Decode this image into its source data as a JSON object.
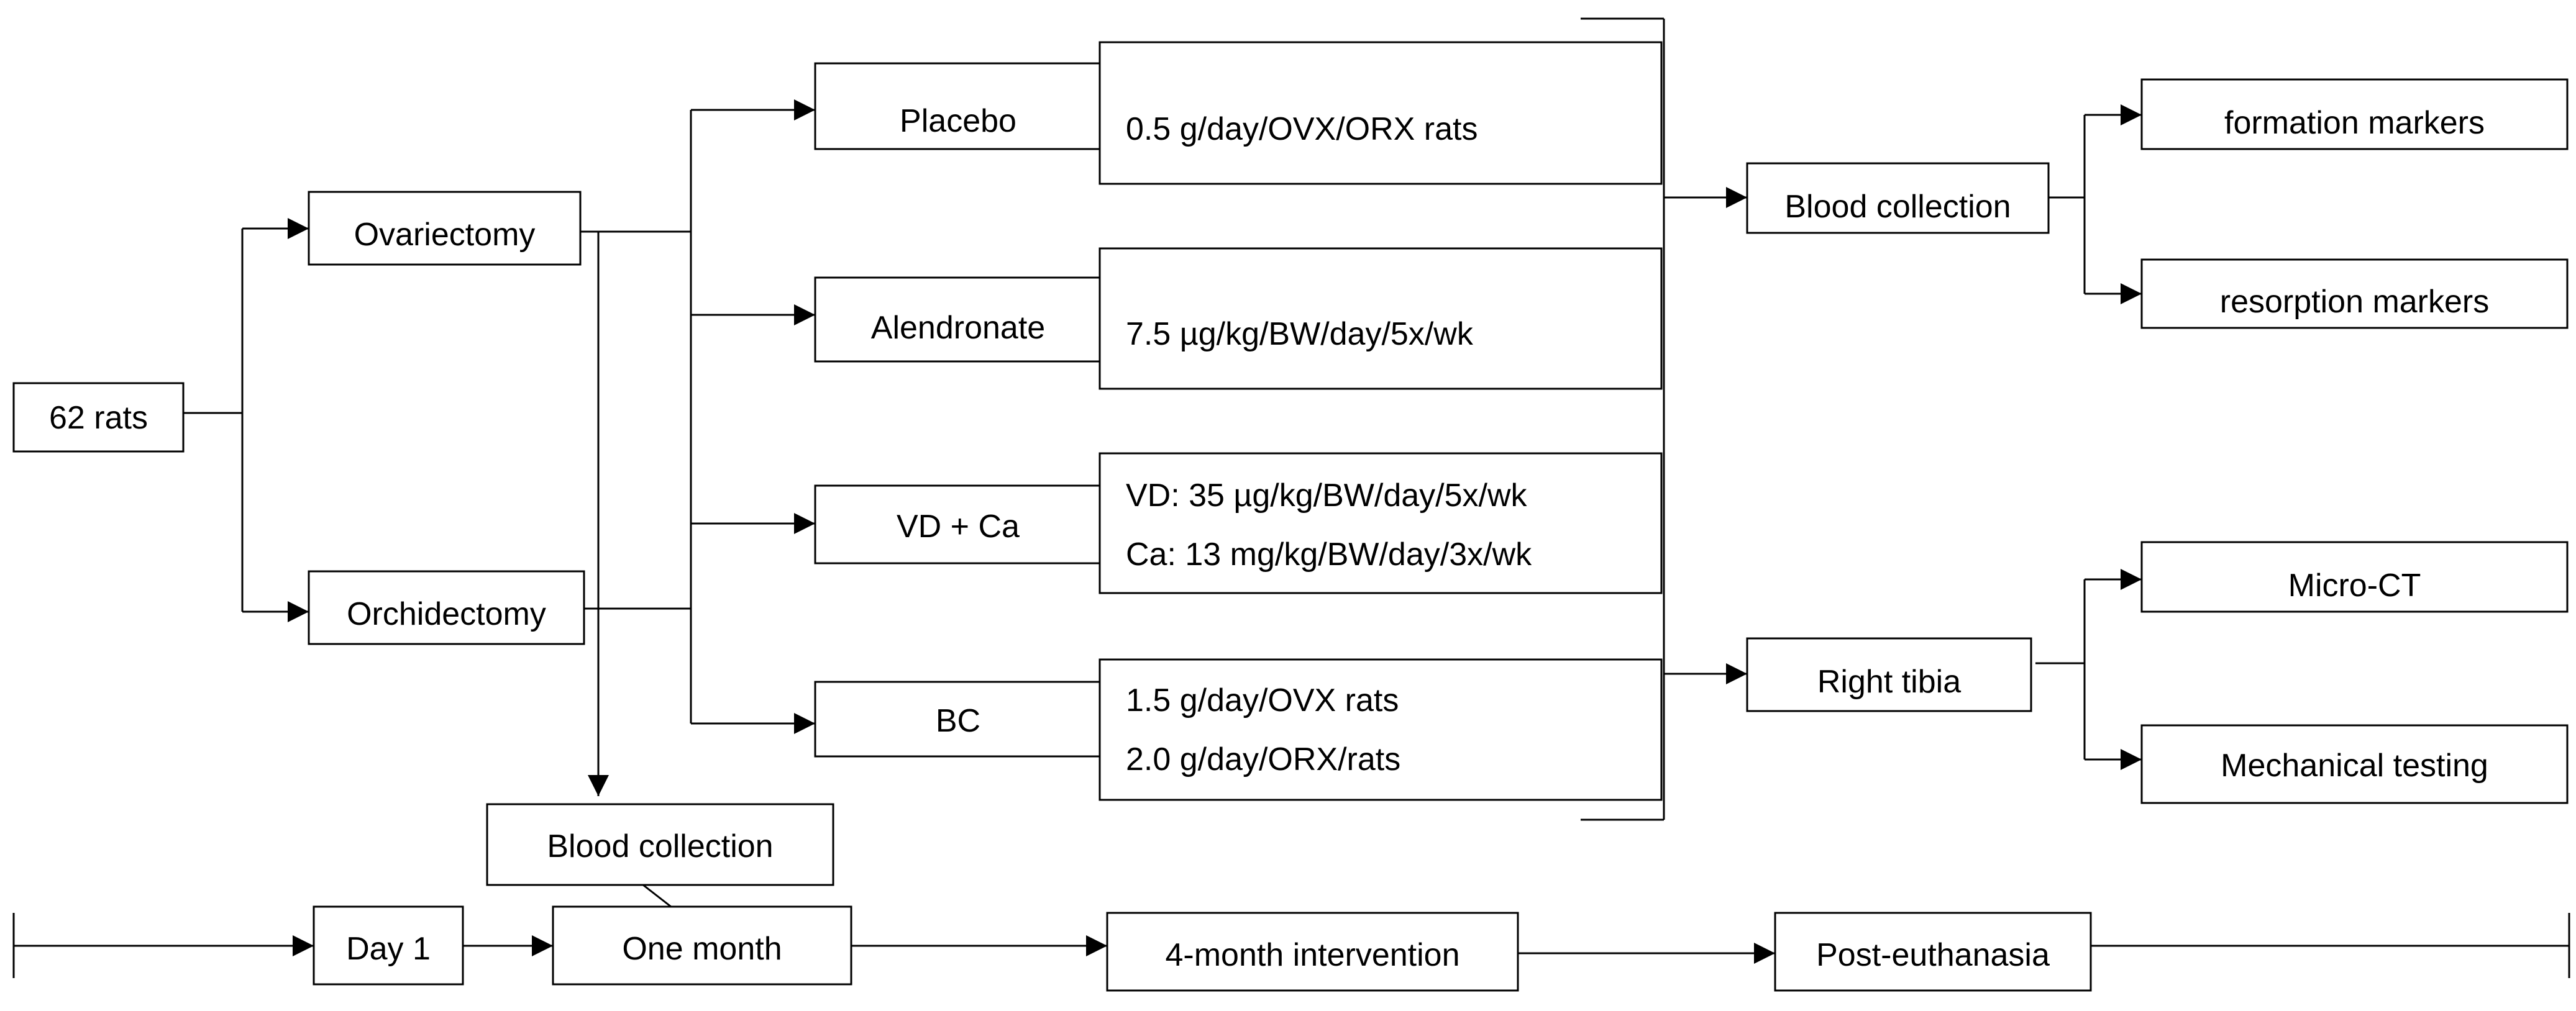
{
  "start": {
    "label": "62 rats"
  },
  "surgery": {
    "ovariectomy": "Ovariectomy",
    "orchidectomy": "Orchidectomy"
  },
  "groups": [
    {
      "name": "Placebo",
      "doses": [
        "0.5 g/day/OVX/ORX rats"
      ]
    },
    {
      "name": "Alendronate",
      "doses": [
        "7.5 µg/kg/BW/day/5x/wk"
      ]
    },
    {
      "name": "VD + Ca",
      "doses": [
        "VD: 35 µg/kg/BW/day/5x/wk",
        "Ca: 13 mg/kg/BW/day/3x/wk"
      ]
    },
    {
      "name": "BC",
      "doses": [
        "1.5 g/day/OVX rats",
        "2.0 g/day/ORX/rats"
      ]
    }
  ],
  "outcomes": {
    "blood_collection": "Blood collection",
    "formation_markers": "formation markers",
    "resorption_markers": "resorption markers",
    "right_tibia": "Right tibia",
    "micro_ct": "Micro-CT",
    "mechanical_testing": "Mechanical testing"
  },
  "timeline": {
    "baseline_blood": "Blood collection",
    "day1": "Day 1",
    "one_month": "One month",
    "intervention": "4-month intervention",
    "post_euthanasia": "Post-euthanasia"
  },
  "colors": {
    "line": "#000000",
    "background": "#ffffff"
  }
}
